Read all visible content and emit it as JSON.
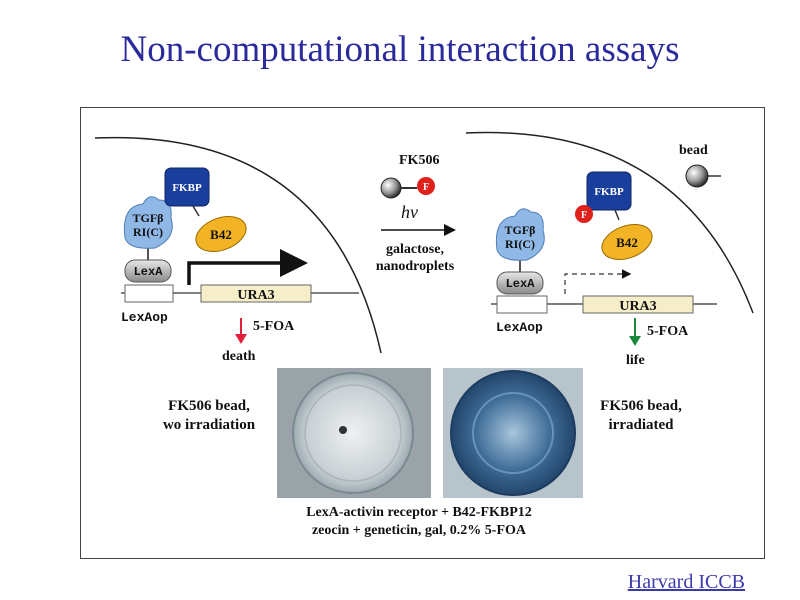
{
  "title": "Non-computational interaction assays",
  "footer_link": "Harvard ICCB",
  "diagram": {
    "left_panel": {
      "fkbp": "FKBP",
      "tgfb_line1": "TGFβ",
      "tgfb_line2": "RI(C)",
      "b42": "B42",
      "lexa": "LexA",
      "lexaop": "LexAop",
      "ura3": "URA3",
      "foa": "5-FOA",
      "outcome": "death"
    },
    "center": {
      "compound": "FK506",
      "f_marker": "F",
      "light": "hv",
      "condition_line1": "galactose,",
      "condition_line2": "nanodroplets"
    },
    "right_panel": {
      "bead": "bead",
      "fkbp": "FKBP",
      "f_marker": "F",
      "tgfb_line1": "TGFβ",
      "tgfb_line2": "RI(C)",
      "b42": "B42",
      "lexa": "LexA",
      "lexaop": "LexAop",
      "ura3": "URA3",
      "foa": "5-FOA",
      "outcome": "life"
    },
    "photos": {
      "left_caption_line1": "FK506 bead,",
      "left_caption_line2": "wo irradiation",
      "right_caption_line1": "FK506 bead,",
      "right_caption_line2": "irradiated"
    },
    "bottom_caption_line1": "LexA-activin receptor + B42-FKBP12",
    "bottom_caption_line2": "zeocin + geneticin, gal, 0.2% 5-FOA"
  },
  "colors": {
    "title": "#2a2a9a",
    "fkbp": "#1a3e9c",
    "tgfb": "#8fb8e6",
    "b42": "#f2b324",
    "f_marker": "#e0201a",
    "dish_left": "#c8d0d4",
    "dish_right": "#2e5c88",
    "arrow_red": "#e0203c",
    "arrow_green": "#1a8a3a"
  }
}
